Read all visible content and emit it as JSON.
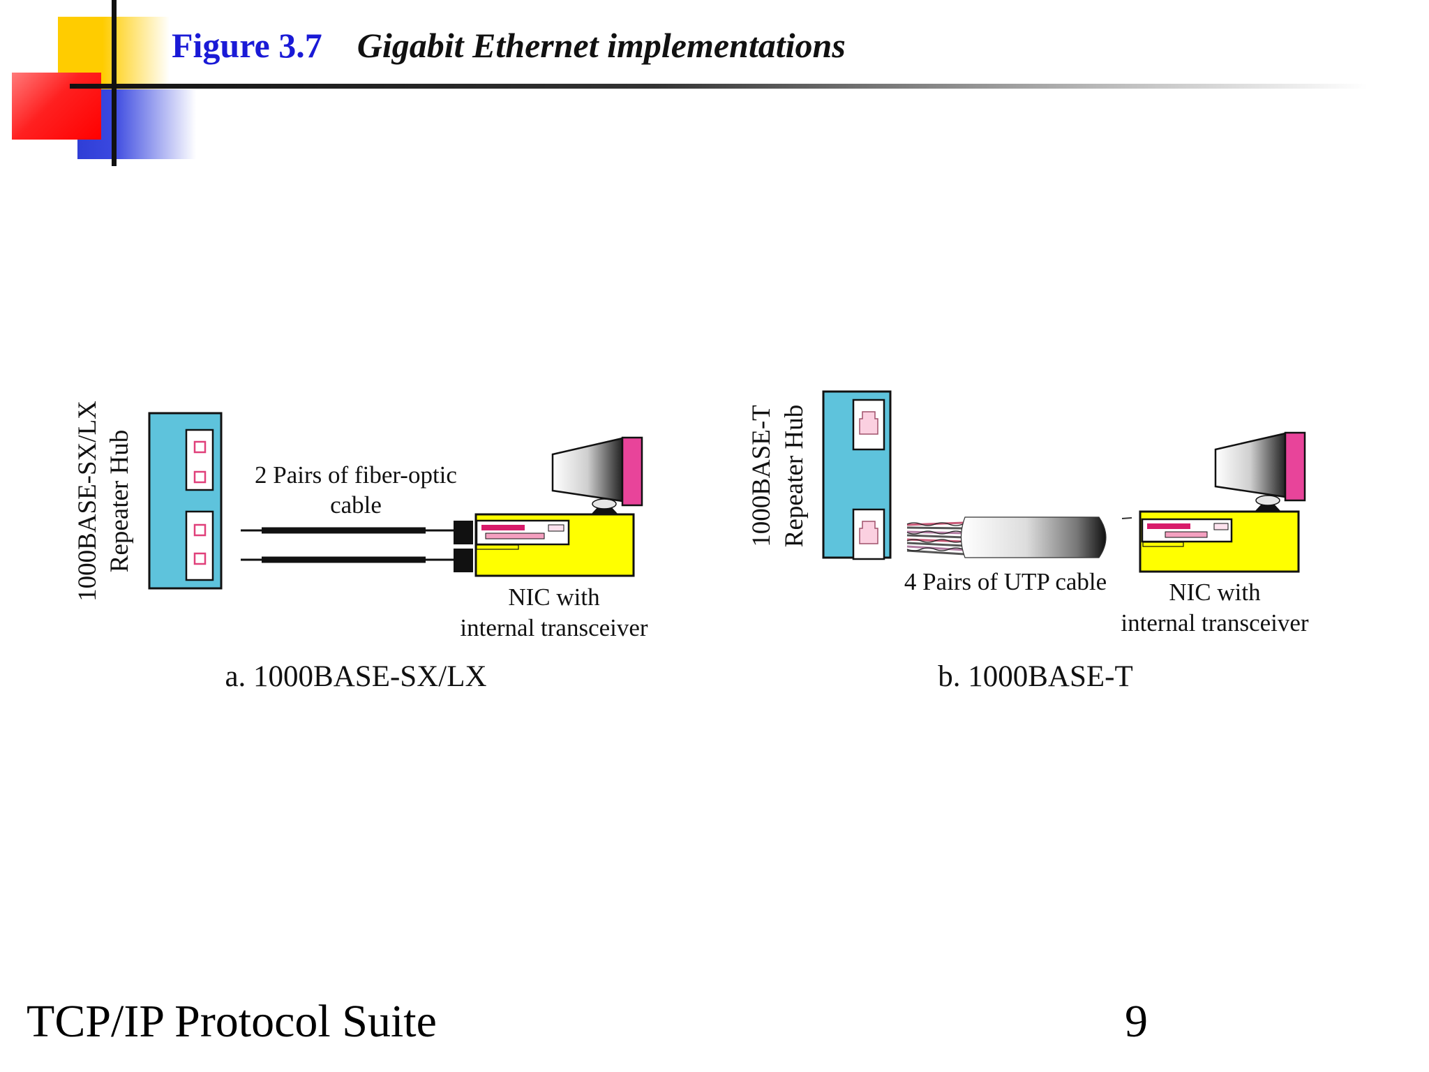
{
  "header": {
    "figure_number": "Figure 3.7",
    "figure_caption": "Gigabit Ethernet implementations"
  },
  "diagram": {
    "panel_a": {
      "hub_label_line1": "1000BASE-SX/LX",
      "hub_label_line2": "Repeater Hub",
      "cable_label_line1": "2 Pairs of fiber-optic",
      "cable_label_line2": "cable",
      "nic_label_line1": "NIC with",
      "nic_label_line2": "internal transceiver",
      "caption": "a. 1000BASE-SX/LX"
    },
    "panel_b": {
      "hub_label_line1": "1000BASE-T",
      "hub_label_line2": "Repeater Hub",
      "cable_label": "4 Pairs of UTP cable",
      "nic_label_line1": "NIC with",
      "nic_label_line2": "internal transceiver",
      "caption": "b. 1000BASE-T"
    }
  },
  "footer": {
    "title": "TCP/IP Protocol Suite",
    "page_number": "9"
  },
  "colors": {
    "hub": "#5ec3dc",
    "nic_board": "#ffff00",
    "monitor_screen": "#e8449a",
    "figure_number": "#1a1ad6"
  }
}
